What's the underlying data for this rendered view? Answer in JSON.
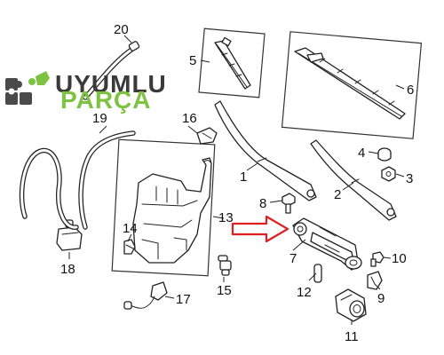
{
  "logo": {
    "line1": "UYUMLU",
    "line2": "PARÇA",
    "colors": {
      "dark": "#3a3a3a",
      "green": "#7ec242",
      "puzzle": "#4a4a4a"
    }
  },
  "callouts": [
    {
      "id": "1",
      "text": "1"
    },
    {
      "id": "2",
      "text": "2"
    },
    {
      "id": "3",
      "text": "3"
    },
    {
      "id": "4",
      "text": "4"
    },
    {
      "id": "5",
      "text": "5"
    },
    {
      "id": "6",
      "text": "6"
    },
    {
      "id": "7",
      "text": "7"
    },
    {
      "id": "8",
      "text": "8"
    },
    {
      "id": "9",
      "text": "9"
    },
    {
      "id": "10",
      "text": "10"
    },
    {
      "id": "11",
      "text": "11"
    },
    {
      "id": "12",
      "text": "12"
    },
    {
      "id": "13",
      "text": "13"
    },
    {
      "id": "14",
      "text": "14"
    },
    {
      "id": "15",
      "text": "15"
    },
    {
      "id": "16",
      "text": "16"
    },
    {
      "id": "17",
      "text": "17"
    },
    {
      "id": "18",
      "text": "18"
    },
    {
      "id": "19",
      "text": "19"
    },
    {
      "id": "20",
      "text": "20"
    }
  ],
  "highlight_arrow": {
    "color": "#e02020",
    "target_callout": "7"
  }
}
